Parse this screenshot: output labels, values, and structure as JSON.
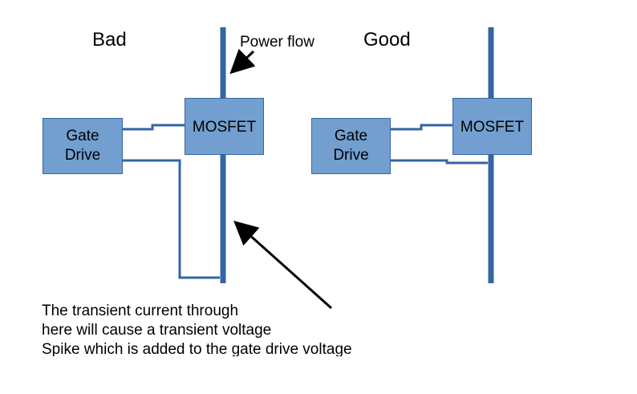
{
  "panels": {
    "bad": {
      "title": "Bad",
      "gate_drive_label": "Gate\nDrive",
      "mosfet_label": "MOSFET",
      "power_flow_label": "Power flow"
    },
    "good": {
      "title": "Good",
      "gate_drive_label": "Gate\nDrive",
      "mosfet_label": "MOSFET"
    }
  },
  "note_lines": [
    "The transient current through",
    "here will cause a transient voltage",
    "Spike which is added to the gate drive voltage"
  ],
  "colors": {
    "wire": "#3465a4",
    "box_fill": "#729fcf",
    "box_border": "#3465a4",
    "arrow": "#000000",
    "text": "#000000"
  }
}
